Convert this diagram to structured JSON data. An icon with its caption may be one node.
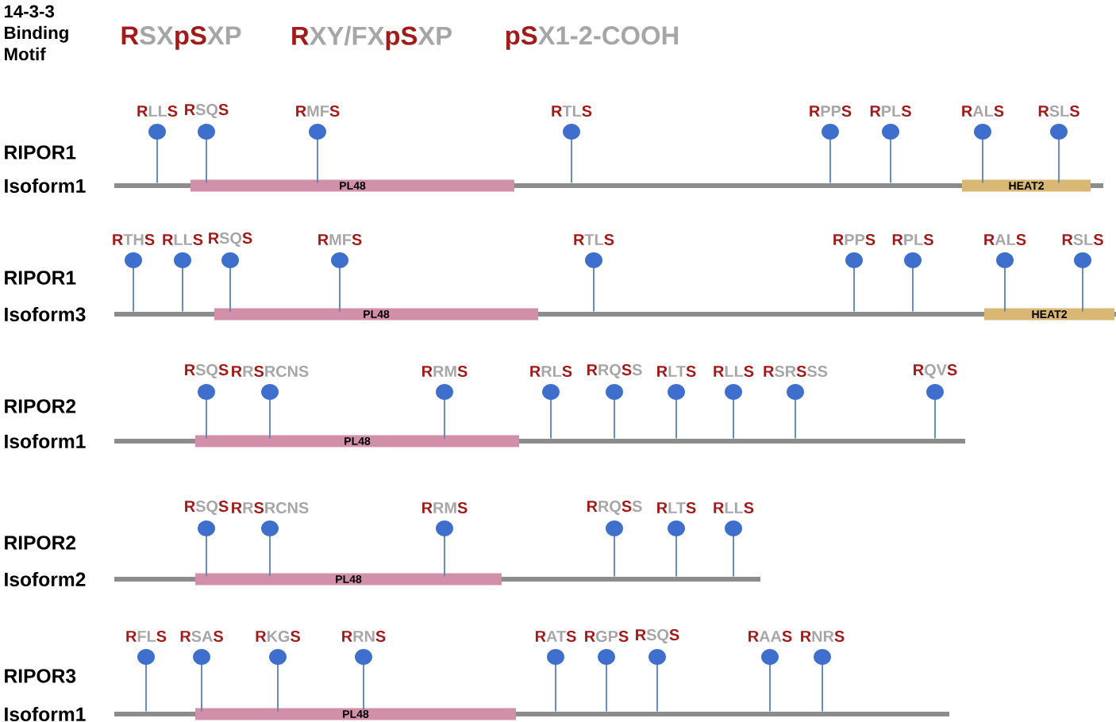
{
  "diagram": {
    "nodes": [
      {
        "text": [
          "RIPOR1",
          "Isoform1"
        ]
      },
      {
        "text": [
          "PL48"
        ],
        "in": 0
      },
      {
        "text": [
          "HEAT2"
        ],
        "in": 0
      },
      {
        "text": [
          "**R**LL**S**"
        ]
      },
      {
        "text": [
          "**R**SQ**S**"
        ]
      },
      {
        "text": [
          "**R**MF**S**"
        ]
      },
      {
        "text": [
          "**R**TL**S**"
        ]
      },
      {
        "text": [
          "**R**PP**S**"
        ]
      },
      {
        "text": [
          "**R**PL**S**"
        ]
      },
      {
        "text": [
          "**R**AL**S**"
        ]
      },
      {
        "text": [
          "**R**SL**S**"
        ]
      },
      {
        "text": [
          "RIPOR1",
          "Isoform3"
        ]
      },
      {
        "text": [
          "PL48"
        ],
        "in": 11
      },
      {
        "text": [
          "HEAT2"
        ],
        "in": 11
      },
      {
        "text": [
          "**R**TH**S**"
        ]
      },
      {
        "text": [
          "**R**LL**S**"
        ]
      },
      {
        "text": [
          "**R**SQ**S**"
        ]
      },
      {
        "text": [
          "**R**MF**S**"
        ]
      },
      {
        "text": [
          "**R**TL**S**"
        ]
      },
      {
        "text": [
          "**R**PP**S**"
        ]
      },
      {
        "text": [
          "**R**PL**S**"
        ]
      },
      {
        "text": [
          "**R**AL**S**"
        ]
      },
      {
        "text": [
          "**R**SL**S**"
        ]
      },
      {
        "text": [
          "RIPOR2",
          "Isoform1"
        ]
      },
      {
        "text": [
          "PL48"
        ],
        "in": 23
      },
      {
        "text": [
          "**R**SQ**S**"
        ]
      },
      {
        "text": [
          "**R**R**S**RCNS"
        ]
      },
      {
        "text": [
          "**R**RM**S**"
        ]
      },
      {
        "text": [
          "**R**RL**S**"
        ]
      },
      {
        "text": [
          "**R**RQ**S**S"
        ]
      },
      {
        "text": [
          "**R**LT**S**"
        ]
      },
      {
        "text": [
          "**R**LL**S**"
        ]
      },
      {
        "text": [
          "**R**SR**S**SS"
        ]
      },
      {
        "text": [
          "**R**QV**S**"
        ]
      },
      {
        "text": [
          "RIPOR2",
          "Isoform2"
        ]
      },
      {
        "text": [
          "PL48"
        ],
        "in": 34
      },
      {
        "text": [
          "**R**SQ**S**"
        ]
      },
      {
        "text": [
          "**R**R**S**RCNS"
        ]
      },
      {
        "text": [
          "**R**RM**S**"
        ]
      },
      {
        "text": [
          "**R**RQ**S**S"
        ]
      },
      {
        "text": [
          "**R**LT**S**"
        ]
      },
      {
        "text": [
          "**R**LL**S**"
        ]
      },
      {
        "text": [
          "RIPOR3",
          "Isoform1"
        ]
      },
      {
        "text": [
          "PL48"
        ],
        "in": 42
      },
      {
        "text": [
          "**R**FL**S**"
        ]
      },
      {
        "text": [
          "**R**SA**S**"
        ]
      },
      {
        "text": [
          "**R**KG**S**"
        ]
      },
      {
        "text": [
          "**R**RN**S**"
        ]
      },
      {
        "text": [
          "**R**AT**S**"
        ]
      },
      {
        "text": [
          "**R**GP**S**"
        ]
      },
      {
        "text": [
          "**R**SQ**S**"
        ]
      },
      {
        "text": [
          "**R**AA**S**"
        ]
      },
      {
        "text": [
          "**R**NR**S**"
        ]
      }
    ],
    "edges": [
      {
        "from": 3,
        "to": 0,
        "arrow": "other"
      },
      {
        "from": 4,
        "to": 0,
        "arrow": "other"
      },
      {
        "from": 5,
        "to": 0,
        "arrow": "other"
      },
      {
        "from": 6,
        "to": 0,
        "arrow": "other"
      },
      {
        "from": 7,
        "to": 0,
        "arrow": "other"
      },
      {
        "from": 8,
        "to": 0,
        "arrow": "other"
      },
      {
        "from": 9,
        "to": 0,
        "arrow": "other"
      },
      {
        "from": 10,
        "to": 0,
        "arrow": "other"
      },
      {
        "from": 14,
        "to": 11,
        "arrow": "other"
      },
      {
        "from": 15,
        "to": 11,
        "arrow": "other"
      },
      {
        "from": 16,
        "to": 11,
        "arrow": "other"
      },
      {
        "from": 17,
        "to": 11,
        "arrow": "other"
      },
      {
        "from": 18,
        "to": 11,
        "arrow": "other"
      },
      {
        "from": 19,
        "to": 11,
        "arrow": "other"
      },
      {
        "from": 20,
        "to": 11,
        "arrow": "other"
      },
      {
        "from": 21,
        "to": 11,
        "arrow": "other"
      },
      {
        "from": 22,
        "to": 11,
        "arrow": "other"
      },
      {
        "from": 25,
        "to": 23,
        "arrow": "other"
      },
      {
        "from": 26,
        "to": 23,
        "arrow": "other"
      },
      {
        "from": 27,
        "to": 23,
        "arrow": "other"
      },
      {
        "from": 28,
        "to": 23,
        "arrow": "other"
      },
      {
        "from": 29,
        "to": 23,
        "arrow": "other"
      },
      {
        "from": 30,
        "to": 23,
        "arrow": "other"
      },
      {
        "from": 31,
        "to": 23,
        "arrow": "other"
      },
      {
        "from": 32,
        "to": 23,
        "arrow": "other"
      },
      {
        "from": 33,
        "to": 23,
        "arrow": "other"
      },
      {
        "from": 36,
        "to": 34,
        "arrow": "other"
      },
      {
        "from": 37,
        "to": 34,
        "arrow": "other"
      },
      {
        "from": 38,
        "to": 34,
        "arrow": "other"
      },
      {
        "from": 39,
        "to": 34,
        "arrow": "other"
      },
      {
        "from": 40,
        "to": 34,
        "arrow": "other"
      },
      {
        "from": 41,
        "to": 34,
        "arrow": "other"
      },
      {
        "from": 44,
        "to": 42,
        "arrow": "other"
      },
      {
        "from": 45,
        "to": 42,
        "arrow": "other"
      },
      {
        "from": 46,
        "to": 42,
        "arrow": "other"
      },
      {
        "from": 47,
        "to": 42,
        "arrow": "other"
      },
      {
        "from": 48,
        "to": 42,
        "arrow": "other"
      },
      {
        "from": 49,
        "to": 42,
        "arrow": "other"
      },
      {
        "from": 50,
        "to": 42,
        "arrow": "other"
      },
      {
        "from": 51,
        "to": 42,
        "arrow": "other"
      },
      {
        "from": 52,
        "to": 42,
        "arrow": "other"
      }
    ],
    "labels": [
      "14-3-3 Binding Motif",
      "**R**SX**pS**XP",
      "**R**XY/FX**pS**XP",
      "**pS**X1-2-COOH"
    ]
  }
}
